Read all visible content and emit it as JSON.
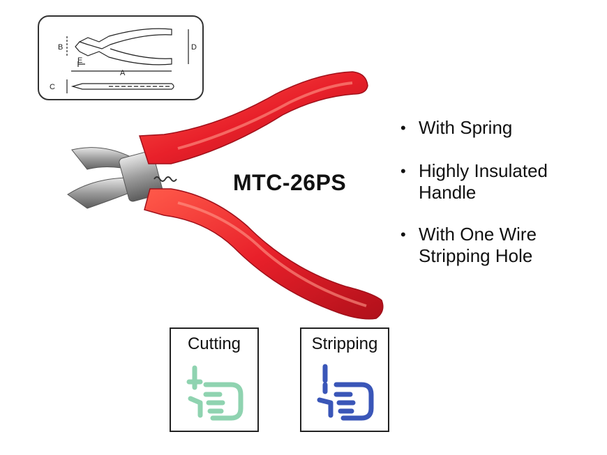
{
  "diagram": {
    "dimension_labels": [
      "B",
      "D",
      "E",
      "A",
      "C"
    ]
  },
  "product": {
    "model": "MTC-26PS",
    "handle_color": "#e8202a"
  },
  "features": [
    "With Spring",
    "Highly Insulated Handle",
    "With One Wire Stripping Hole"
  ],
  "usage_icons": [
    {
      "label": "Cutting",
      "icon": "cutting-hand-icon",
      "color": "#8fd3b0"
    },
    {
      "label": "Stripping",
      "icon": "stripping-hand-icon",
      "color": "#3a56b8"
    }
  ]
}
